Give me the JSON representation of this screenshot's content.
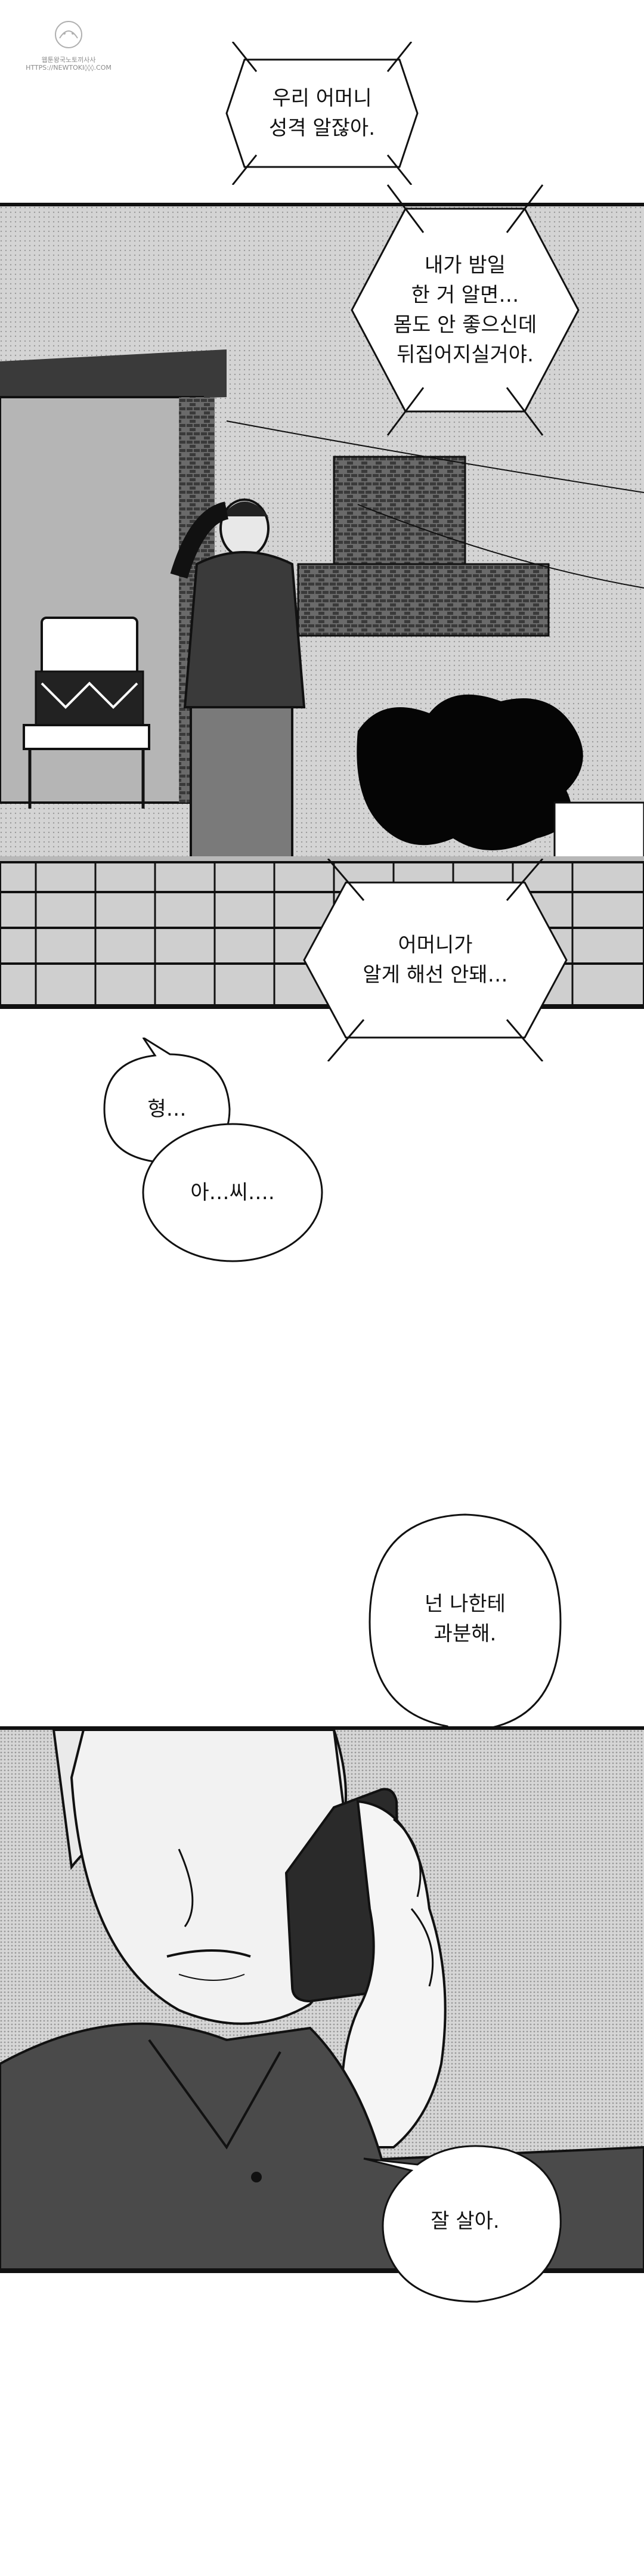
{
  "watermark": {
    "lines": [
      "웹툰왕국노토끼사사",
      "HTTPS://NEWTOKI◊◊◊.COM"
    ]
  },
  "captions": {
    "c1": [
      "우리 어머니",
      "성격 알잖아."
    ],
    "c2": [
      "내가 밤일",
      "한 거 알면…",
      "몸도 안 좋으신데",
      "뒤집어지실거야."
    ],
    "c3": [
      "어머니가",
      "알게 해선 안돼…"
    ]
  },
  "bubbles": {
    "b1": "형…",
    "b2": "아…씨….",
    "b3": [
      "넌 나한테",
      "과분해."
    ],
    "b4": "잘 살아."
  },
  "colors": {
    "ink": "#111111",
    "paper": "#ffffff",
    "panel_gray": "#cfcfcf",
    "shadow_gray": "#8c8c8c"
  }
}
